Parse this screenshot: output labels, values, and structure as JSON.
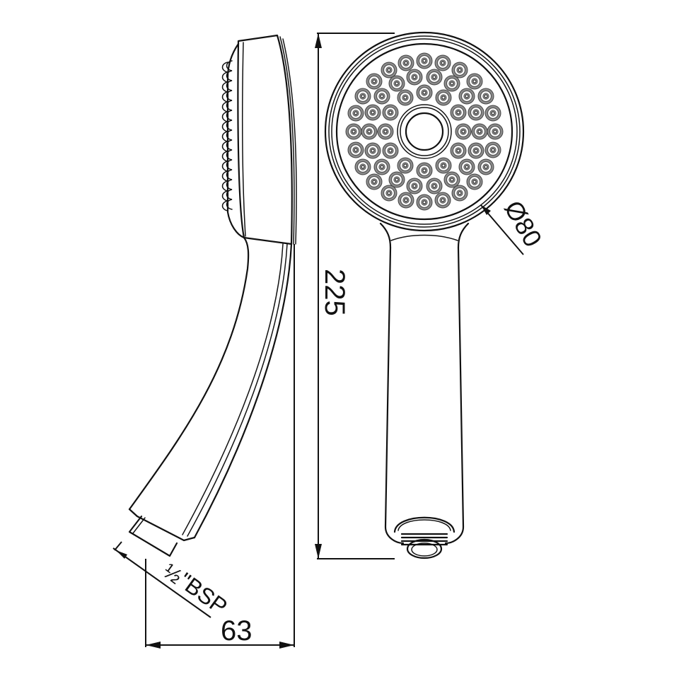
{
  "drawing": {
    "title": "Hand shower technical drawing",
    "views": [
      "side-view",
      "front-view"
    ],
    "line_color": "#111111",
    "background": "#ffffff"
  },
  "dimensions": {
    "overall_length": {
      "value": "225",
      "unit": "mm"
    },
    "head_diameter": {
      "symbol": "Ø",
      "value": "80",
      "label": "Ø80",
      "unit": "mm"
    },
    "depth": {
      "value": "63",
      "unit": "mm"
    },
    "connection": {
      "fraction": "½",
      "label": "\"BSP",
      "full": "½\"BSP"
    }
  },
  "front_view": {
    "nozzle_rows": 4,
    "nozzle_count": 60,
    "center_ring": true
  }
}
